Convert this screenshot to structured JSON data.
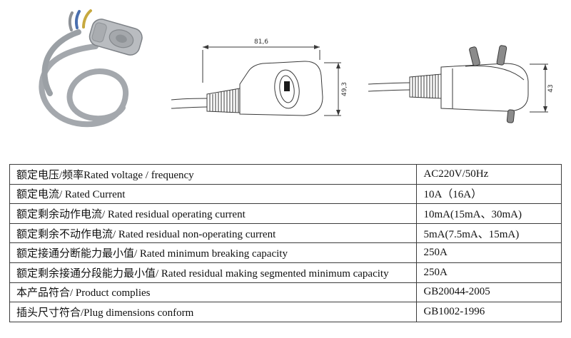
{
  "product_views": {
    "side_view": {
      "width_dim": "81,6",
      "height_dim": "49,3"
    },
    "rear_view": {
      "height_dim": "43"
    }
  },
  "spec_table": {
    "rows": [
      {
        "label": "额定电压/频率Rated voltage / frequency",
        "value": "AC220V/50Hz"
      },
      {
        "label": "额定电流/ Rated Current",
        "value": "10A（16A）"
      },
      {
        "label": "额定剩余动作电流/ Rated residual operating current",
        "value": "10mA(15mA、30mA)"
      },
      {
        "label": "额定剩余不动作电流/ Rated residual non-operating current",
        "value": "5mA(7.5mA、15mA)"
      },
      {
        "label": "额定接通分断能力最小值/ Rated minimum breaking capacity",
        "value": "250A"
      },
      {
        "label": "额定剩余接通分段能力最小值/ Rated residual making segmented minimum capacity",
        "value": "250A"
      },
      {
        "label": "本产品符合/ Product complies",
        "value": "GB20044-2005"
      },
      {
        "label": "插头尺寸符合/Plug dimensions conform",
        "value": "GB1002-1996"
      }
    ]
  }
}
